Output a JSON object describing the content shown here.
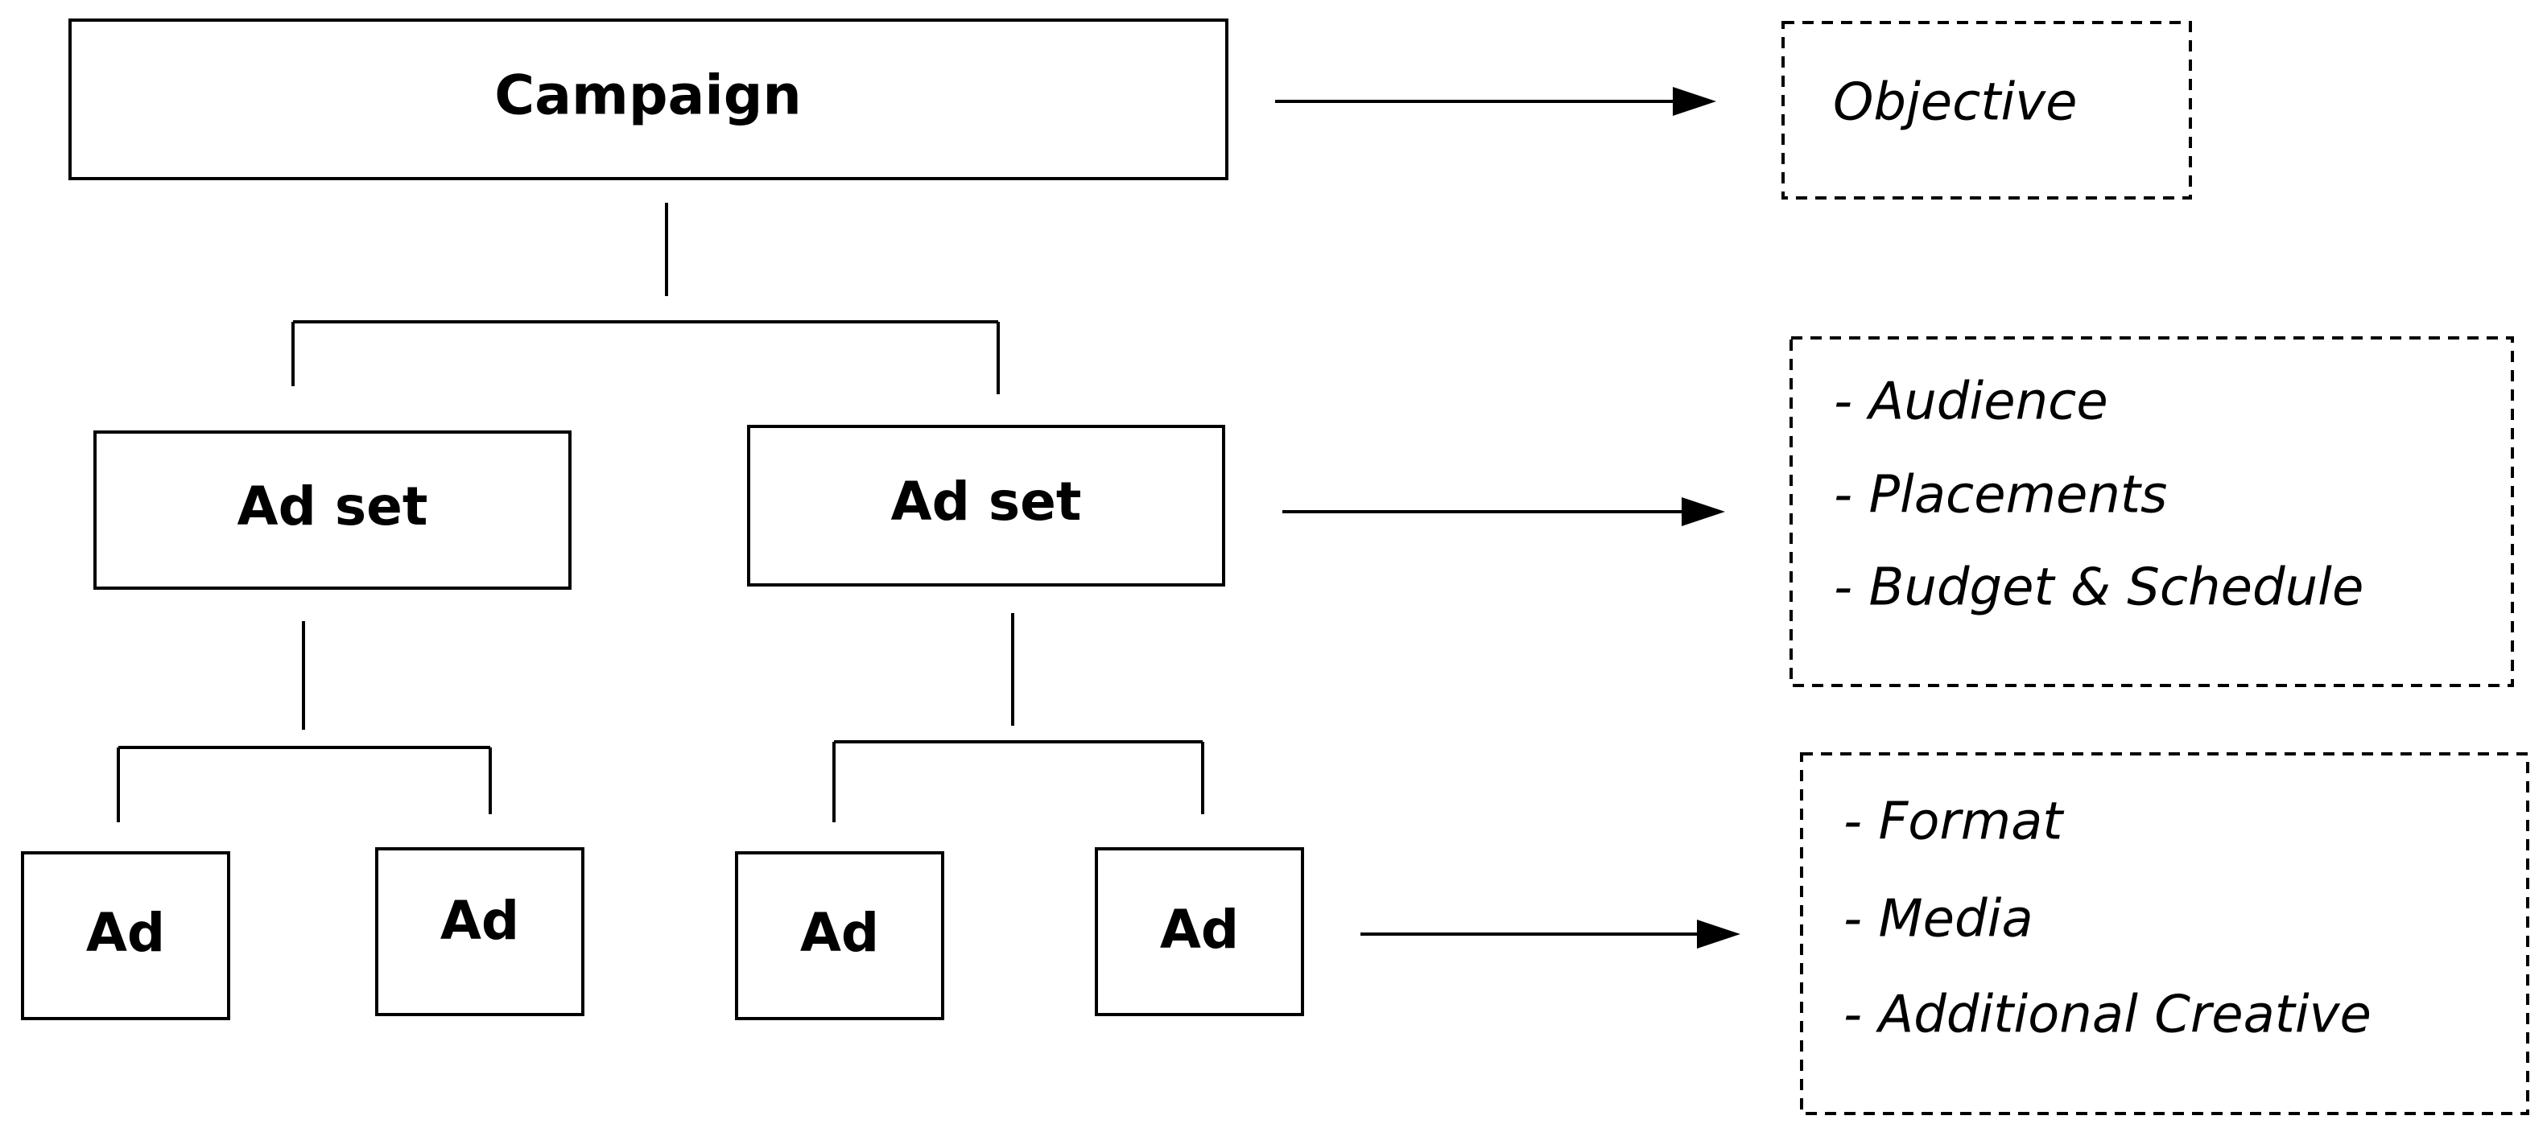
{
  "nodes": {
    "campaign": "Campaign",
    "ad_set_1": "Ad set",
    "ad_set_2": "Ad set",
    "ad_1": "Ad",
    "ad_2": "Ad",
    "ad_3": "Ad",
    "ad_4": "Ad"
  },
  "notes": {
    "campaign": [
      "Objective"
    ],
    "ad_set": [
      "- Audience",
      "- Placements",
      "- Budget & Schedule"
    ],
    "ad": [
      "- Format",
      "- Media",
      "- Additional Creative"
    ]
  },
  "colors": {
    "stroke": "#000000",
    "background": "#ffffff",
    "text": "#000000"
  }
}
